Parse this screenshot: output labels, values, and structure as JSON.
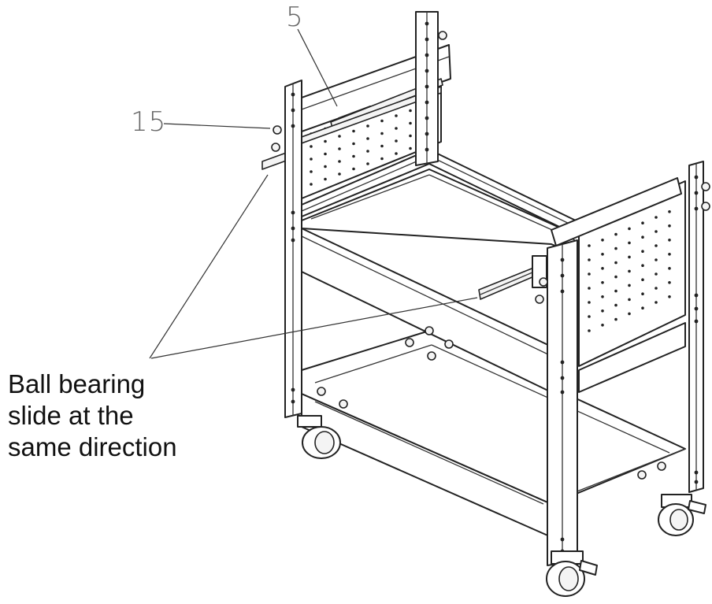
{
  "callouts": {
    "part_5": "5",
    "part_15": "15"
  },
  "annotation": {
    "lines": [
      "Ball bearing",
      "slide at the",
      "same direction"
    ]
  },
  "colors": {
    "line": "#222222",
    "callout_text": "#666666",
    "note_text": "#111111",
    "background": "#ffffff"
  }
}
